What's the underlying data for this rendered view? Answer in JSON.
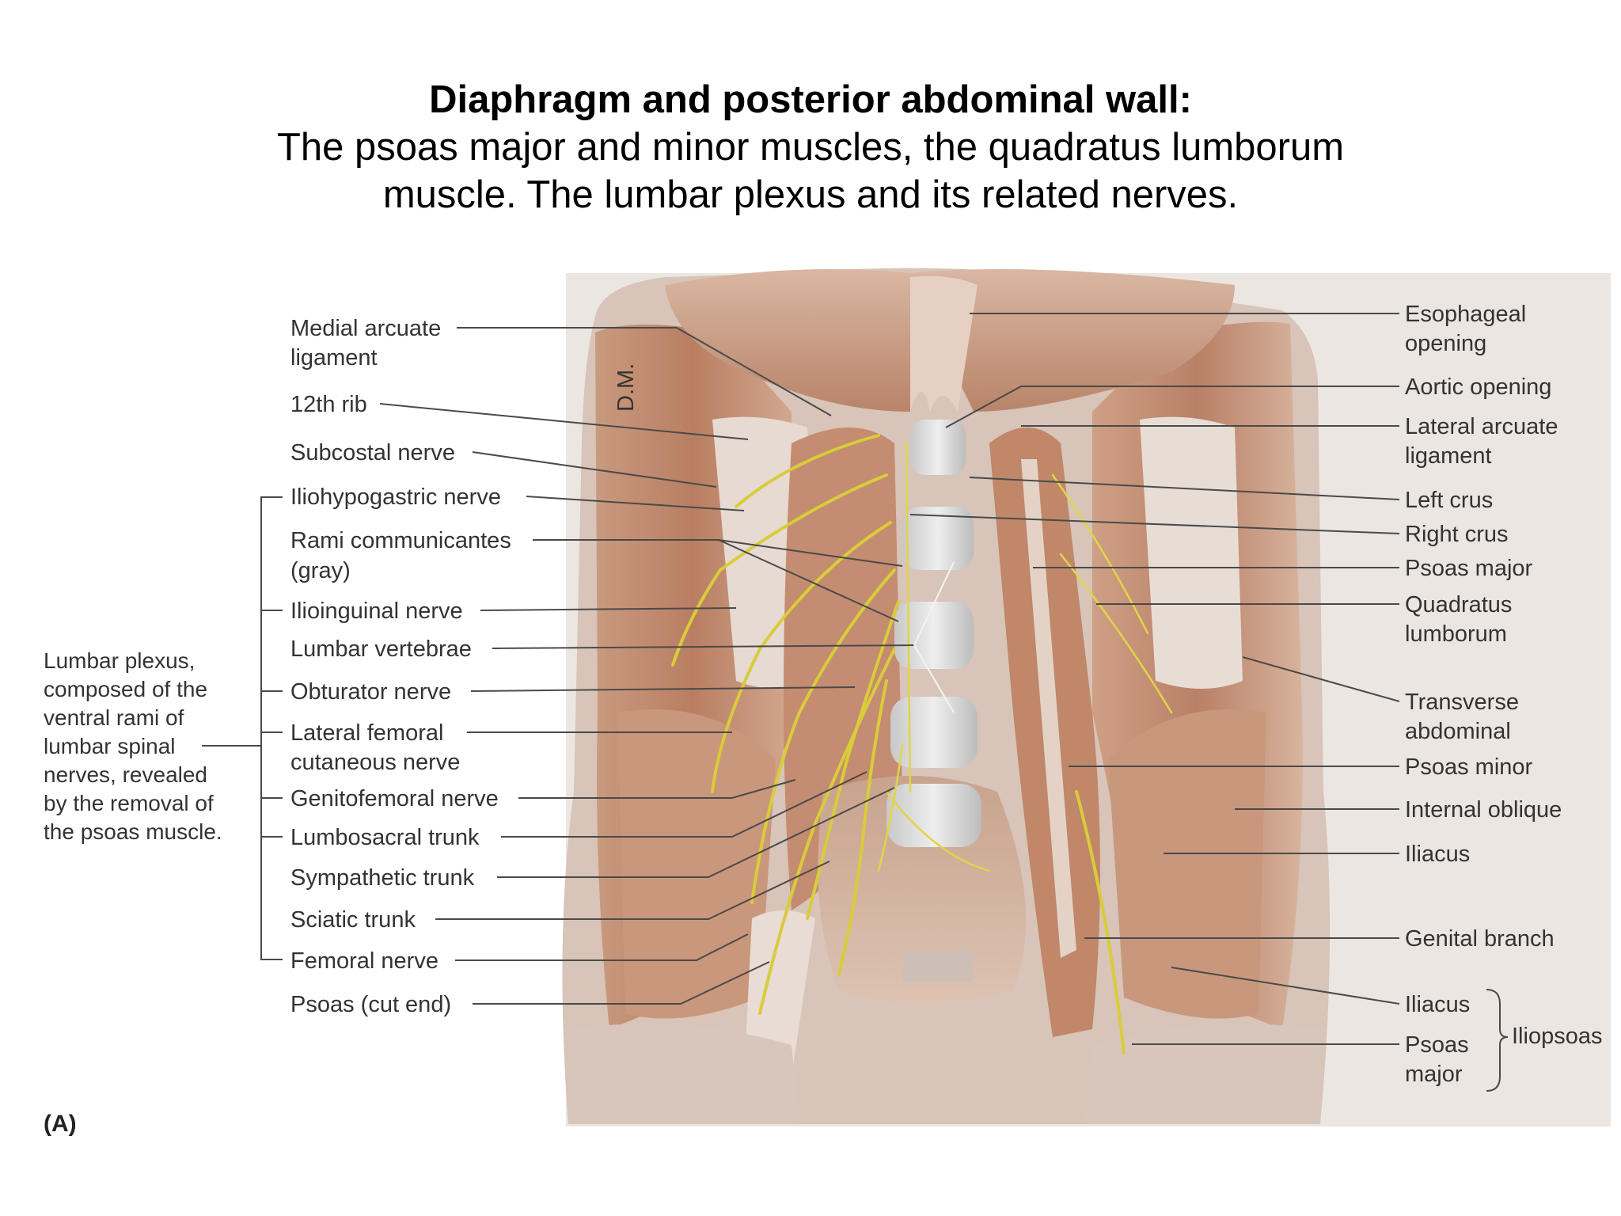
{
  "title": {
    "line1": "Diaphragm and posterior abdominal wall:",
    "line2": "The psoas major and minor muscles, the quadratus lumborum",
    "line3": "muscle. The lumbar plexus and its related nerves."
  },
  "figure_letter": "(A)",
  "signature": "D.M.",
  "left_labels": {
    "medial_arcuate_1": "Medial arcuate",
    "medial_arcuate_2": "ligament",
    "rib12": "12th rib",
    "subcostal": "Subcostal nerve",
    "iliohypogastric": "Iliohypogastric nerve",
    "rami_1": "Rami communicantes",
    "rami_2": "(gray)",
    "ilioinguinal": "Ilioinguinal nerve",
    "lumbar_vertebrae": "Lumbar vertebrae",
    "obturator": "Obturator nerve",
    "lat_fem_1": "Lateral femoral",
    "lat_fem_2": "cutaneous nerve",
    "genitofemoral": "Genitofemoral nerve",
    "lumbosacral": "Lumbosacral trunk",
    "sympathetic": "Sympathetic trunk",
    "sciatic": "Sciatic trunk",
    "femoral": "Femoral nerve",
    "psoas_cut": "Psoas (cut end)"
  },
  "plexus_note": [
    "Lumbar plexus,",
    "composed of the",
    "ventral rami of",
    "lumbar spinal",
    "nerves, revealed",
    "by the removal of",
    "the psoas muscle."
  ],
  "right_labels": {
    "esophageal_1": "Esophageal",
    "esophageal_2": "opening",
    "aortic": "Aortic opening",
    "lat_arcuate_1": "Lateral arcuate",
    "lat_arcuate_2": "ligament",
    "left_crus": "Left crus",
    "right_crus": "Right crus",
    "psoas_major": "Psoas major",
    "quadratus_1": "Quadratus",
    "quadratus_2": "lumborum",
    "transverse_1": "Transverse",
    "transverse_2": "abdominal",
    "psoas_minor": "Psoas minor",
    "internal_oblique": "Internal oblique",
    "iliacus_1": "Iliacus",
    "genital_branch": "Genital branch",
    "iliacus_2": "Iliacus",
    "psoas_major2_1": "Psoas",
    "psoas_major2_2": "major",
    "iliopsoas": "Iliopsoas"
  }
}
